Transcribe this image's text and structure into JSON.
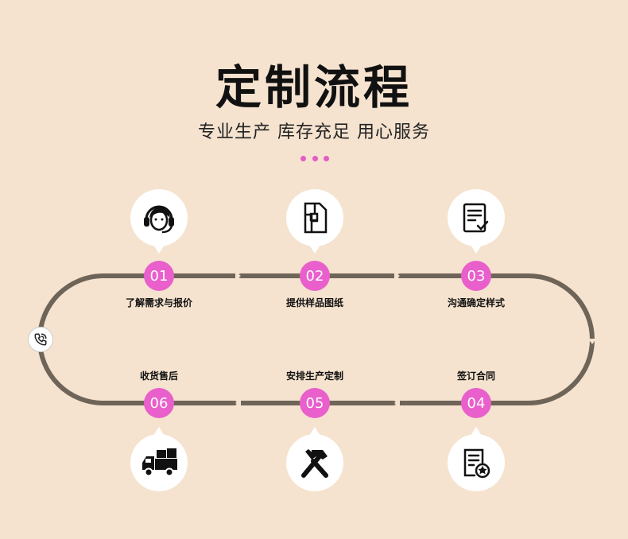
{
  "header": {
    "title": "定制流程",
    "subtitle": "专业生产 库存充足 用心服务"
  },
  "steps": [
    {
      "number": "01",
      "label": "了解需求与报价",
      "icon": "headset-agent-icon"
    },
    {
      "number": "02",
      "label": "提供样品图纸",
      "icon": "blueprint-icon"
    },
    {
      "number": "03",
      "label": "沟通确定样式",
      "icon": "checklist-document-icon"
    },
    {
      "number": "04",
      "label": "签订合同",
      "icon": "contract-badge-icon"
    },
    {
      "number": "05",
      "label": "安排生产定制",
      "icon": "hammer-screwdriver-icon"
    },
    {
      "number": "06",
      "label": "收货售后",
      "icon": "delivery-truck-icon"
    }
  ],
  "colors": {
    "background": "#f5e3cf",
    "accent": "#e95fcb",
    "track": "#6f6458",
    "text": "#111111"
  },
  "decor": {
    "phone_icon": "phone-call-icon"
  }
}
